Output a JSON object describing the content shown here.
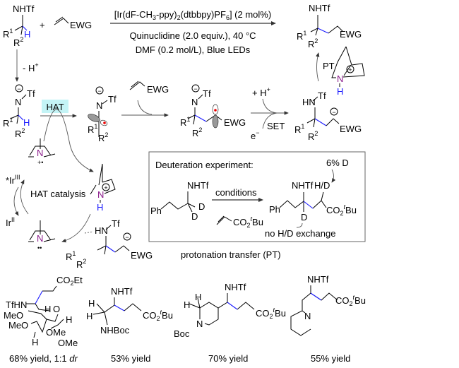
{
  "atoms": {
    "R": "R",
    "one": "1",
    "two": "2",
    "NHTf": "NHTf",
    "EWG": "EWG",
    "Tf": "Tf",
    "N": "N",
    "H": "H",
    "HN": "HN",
    "D": "D",
    "Ph": "Ph",
    "CO": "CO",
    "t": "t",
    "Bu": "Bu",
    "minus": "−",
    "plus": "+"
  },
  "top": {
    "plus_sign": "+",
    "catalyst": {
      "a": "[Ir(dF-CH",
      "b": "3",
      "c": "-ppy)",
      "d": "2",
      "e": "(dtbbpy)PF",
      "f": "6",
      "g": "] (2 mol%)"
    },
    "cond_line2": "Quinuclidine (2.0 equiv.), 40 °C",
    "cond_line3": "DMF (0.2 mol/L), Blue LEDs",
    "deprot": "- H",
    "hat_label": "HAT",
    "plus_h": "+ H",
    "electron": "e",
    "set_label": "SET",
    "pt_label": "PT"
  },
  "cycle": {
    "radical_cation": "+•",
    "ir3": "*Ir",
    "ir3_sup": "III",
    "ir2": "Ir",
    "ir2_sup": "II",
    "hat_catalysis": "HAT catalysis",
    "lone_pair": "••"
  },
  "deuteration": {
    "title": "Deuteration experiment:",
    "six_d": "6% D",
    "conditions": "conditions",
    "hd": "H/D",
    "no_exchange": "no H/D exchange"
  },
  "pt_caption": "protonation transfer (PT)",
  "examples": [
    {
      "yield": "68% yield, 1:1 ",
      "dr": "dr",
      "co2et": "CO",
      "et": "Et",
      "tfhn": "TfHN",
      "meo": "MeO",
      "ome": "OMe",
      "o": "O",
      "ome_lbl": "OMe"
    },
    {
      "yield": "53% yield",
      "nhboc": "NHBoc"
    },
    {
      "yield": "70% yield",
      "boc": "Boc"
    },
    {
      "yield": "55% yield"
    }
  ],
  "colors": {
    "highlight": "#1a1aff",
    "nitrogen": "#8b1a8b",
    "hat_box": "#c4f4f6"
  }
}
